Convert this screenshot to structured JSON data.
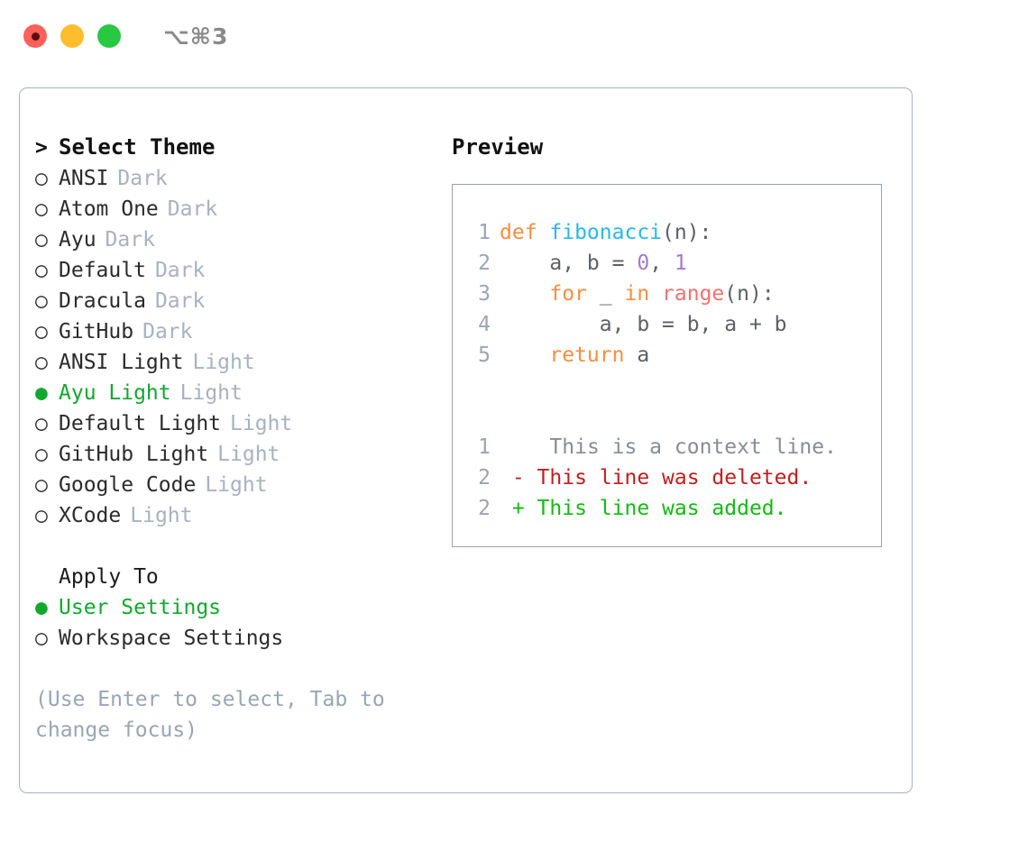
{
  "titlebar": {
    "buttons": [
      {
        "name": "close",
        "color": "#ff6059"
      },
      {
        "name": "minimize",
        "color": "#ffbd2e"
      },
      {
        "name": "maximize",
        "color": "#28c840"
      }
    ],
    "shortcut": "⌥⌘3"
  },
  "colors": {
    "accent_green": "#11a82d",
    "muted": "#a8b2c1",
    "hint": "#9aa5b4",
    "border": "#a7b1bf",
    "preview_border": "#97a3b0",
    "keyword": "#fa8d3e",
    "function": "#29b8eb",
    "number": "#a37acc",
    "builtin": "#f07171",
    "plain": "#5c6166",
    "diff_context": "#868e96",
    "diff_deleted": "#c41d1d",
    "diff_added": "#12bb12"
  },
  "theme_list": {
    "header": "Select Theme",
    "header_marker": ">",
    "items": [
      {
        "marker": "○",
        "label": "ANSI",
        "kind": "Dark",
        "selected": false
      },
      {
        "marker": "○",
        "label": "Atom One",
        "kind": "Dark",
        "selected": false
      },
      {
        "marker": "○",
        "label": "Ayu",
        "kind": "Dark",
        "selected": false
      },
      {
        "marker": "○",
        "label": "Default",
        "kind": "Dark",
        "selected": false
      },
      {
        "marker": "○",
        "label": "Dracula",
        "kind": "Dark",
        "selected": false
      },
      {
        "marker": "○",
        "label": "GitHub",
        "kind": "Dark",
        "selected": false
      },
      {
        "marker": "○",
        "label": "ANSI Light",
        "kind": "Light",
        "selected": false
      },
      {
        "marker": "●",
        "label": "Ayu Light",
        "kind": "Light",
        "selected": true
      },
      {
        "marker": "○",
        "label": "Default Light",
        "kind": "Light",
        "selected": false
      },
      {
        "marker": "○",
        "label": "GitHub Light",
        "kind": "Light",
        "selected": false
      },
      {
        "marker": "○",
        "label": "Google Code",
        "kind": "Light",
        "selected": false
      },
      {
        "marker": "○",
        "label": "XCode",
        "kind": "Light",
        "selected": false
      }
    ]
  },
  "apply_to": {
    "header": "Apply To",
    "items": [
      {
        "marker": "●",
        "label": "User Settings",
        "selected": true
      },
      {
        "marker": "○",
        "label": "Workspace Settings",
        "selected": false
      }
    ]
  },
  "hint": "(Use Enter to select, Tab to change focus)",
  "preview": {
    "title": "Preview",
    "code_lines": [
      {
        "n": "1",
        "tokens": [
          {
            "t": "def ",
            "c": "kw"
          },
          {
            "t": "fibonacci",
            "c": "fn"
          },
          {
            "t": "(n):",
            "c": "pl"
          }
        ]
      },
      {
        "n": "2",
        "tokens": [
          {
            "t": "    a, b = ",
            "c": "pl"
          },
          {
            "t": "0",
            "c": "num"
          },
          {
            "t": ", ",
            "c": "pl"
          },
          {
            "t": "1",
            "c": "num"
          }
        ]
      },
      {
        "n": "3",
        "tokens": [
          {
            "t": "    ",
            "c": "pl"
          },
          {
            "t": "for",
            "c": "kw"
          },
          {
            "t": " _ ",
            "c": "pl"
          },
          {
            "t": "in",
            "c": "kw"
          },
          {
            "t": " ",
            "c": "pl"
          },
          {
            "t": "range",
            "c": "bi"
          },
          {
            "t": "(n):",
            "c": "pl"
          }
        ]
      },
      {
        "n": "4",
        "tokens": [
          {
            "t": "        a, b = b, a + b",
            "c": "pl"
          }
        ]
      },
      {
        "n": "5",
        "tokens": [
          {
            "t": "    ",
            "c": "pl"
          },
          {
            "t": "return",
            "c": "kw"
          },
          {
            "t": " a",
            "c": "pl"
          }
        ]
      }
    ],
    "diff_lines": [
      {
        "n": "1",
        "sign": " ",
        "text": "  This is a context line.",
        "cls": "ctx"
      },
      {
        "n": "2",
        "sign": "-",
        "text": " This line was deleted.",
        "cls": "del"
      },
      {
        "n": "2",
        "sign": "+",
        "text": " This line was added.",
        "cls": "add"
      }
    ]
  }
}
